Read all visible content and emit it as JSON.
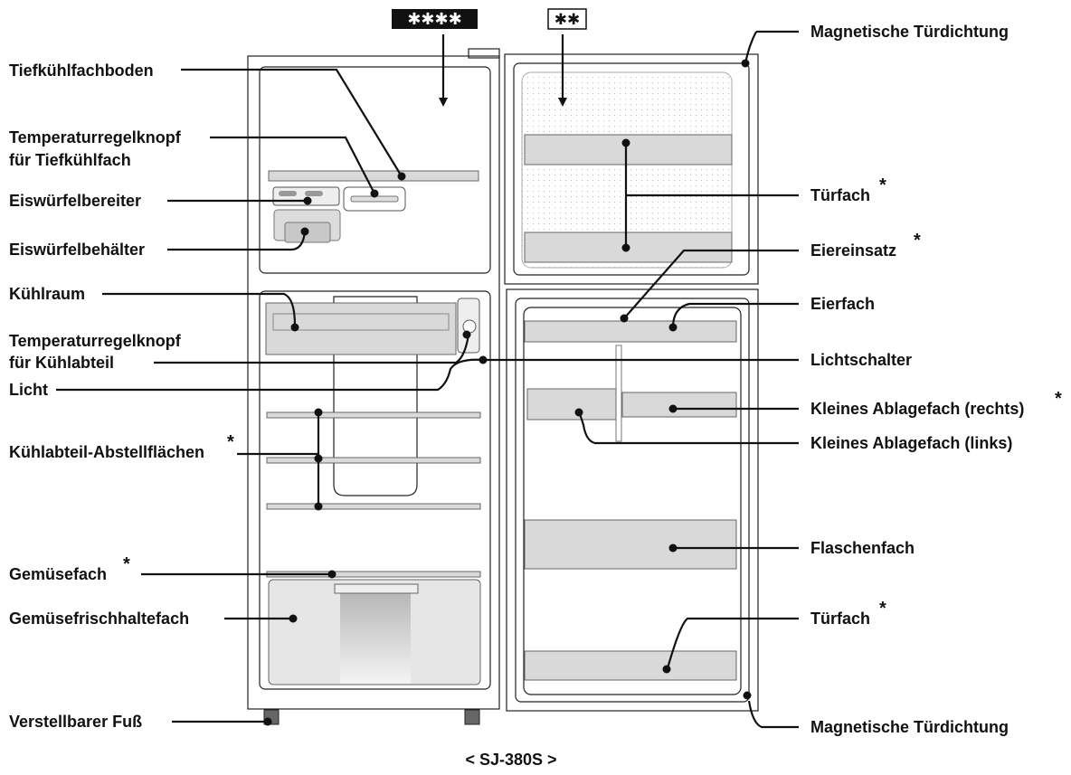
{
  "diagram": {
    "model_caption": "< SJ-380S >",
    "freezer_symbol_left": "✱✱✱✱",
    "freezer_symbol_right": "✱✱",
    "asterisk": "*",
    "labels_left": [
      {
        "id": "tiefkuehlfachboden",
        "text": "Tiefkühlfachboden"
      },
      {
        "id": "temp-tiefkuehl-1",
        "text": "Temperaturregelknopf"
      },
      {
        "id": "temp-tiefkuehl-2",
        "text": "für Tiefkühlfach"
      },
      {
        "id": "eiswuerfelbereiter",
        "text": "Eiswürfelbereiter"
      },
      {
        "id": "eiswuerfelbehaelter",
        "text": "Eiswürfelbehälter"
      },
      {
        "id": "kuehlraum",
        "text": "Kühlraum"
      },
      {
        "id": "temp-kuehl-1",
        "text": "Temperaturregelknopf"
      },
      {
        "id": "temp-kuehl-2",
        "text": "für Kühlabteil"
      },
      {
        "id": "licht",
        "text": "Licht"
      },
      {
        "id": "abstellflaechen",
        "text": "Kühlabteil-Abstellflächen"
      },
      {
        "id": "gemuesefach",
        "text": "Gemüsefach"
      },
      {
        "id": "gemuesefrischhaltefach",
        "text": "Gemüsefrischhaltefach"
      },
      {
        "id": "fuss",
        "text": "Verstellbarer Fuß"
      }
    ],
    "labels_right": [
      {
        "id": "dichtung-oben",
        "text": "Magnetische Türdichtung"
      },
      {
        "id": "tuerfach-oben",
        "text": "Türfach"
      },
      {
        "id": "eiereinsatz",
        "text": "Eiereinsatz"
      },
      {
        "id": "eierfach",
        "text": "Eierfach"
      },
      {
        "id": "lichtschalter",
        "text": "Lichtschalter"
      },
      {
        "id": "ablage-rechts",
        "text": "Kleines Ablagefach (rechts)"
      },
      {
        "id": "ablage-links",
        "text": "Kleines Ablagefach (links)"
      },
      {
        "id": "flaschenfach",
        "text": "Flaschenfach"
      },
      {
        "id": "tuerfach-unten",
        "text": "Türfach"
      },
      {
        "id": "dichtung-unten",
        "text": "Magnetische Türdichtung"
      }
    ]
  },
  "colors": {
    "line": "#111111",
    "shelf_fill": "#d9d9d9",
    "background": "#ffffff"
  }
}
